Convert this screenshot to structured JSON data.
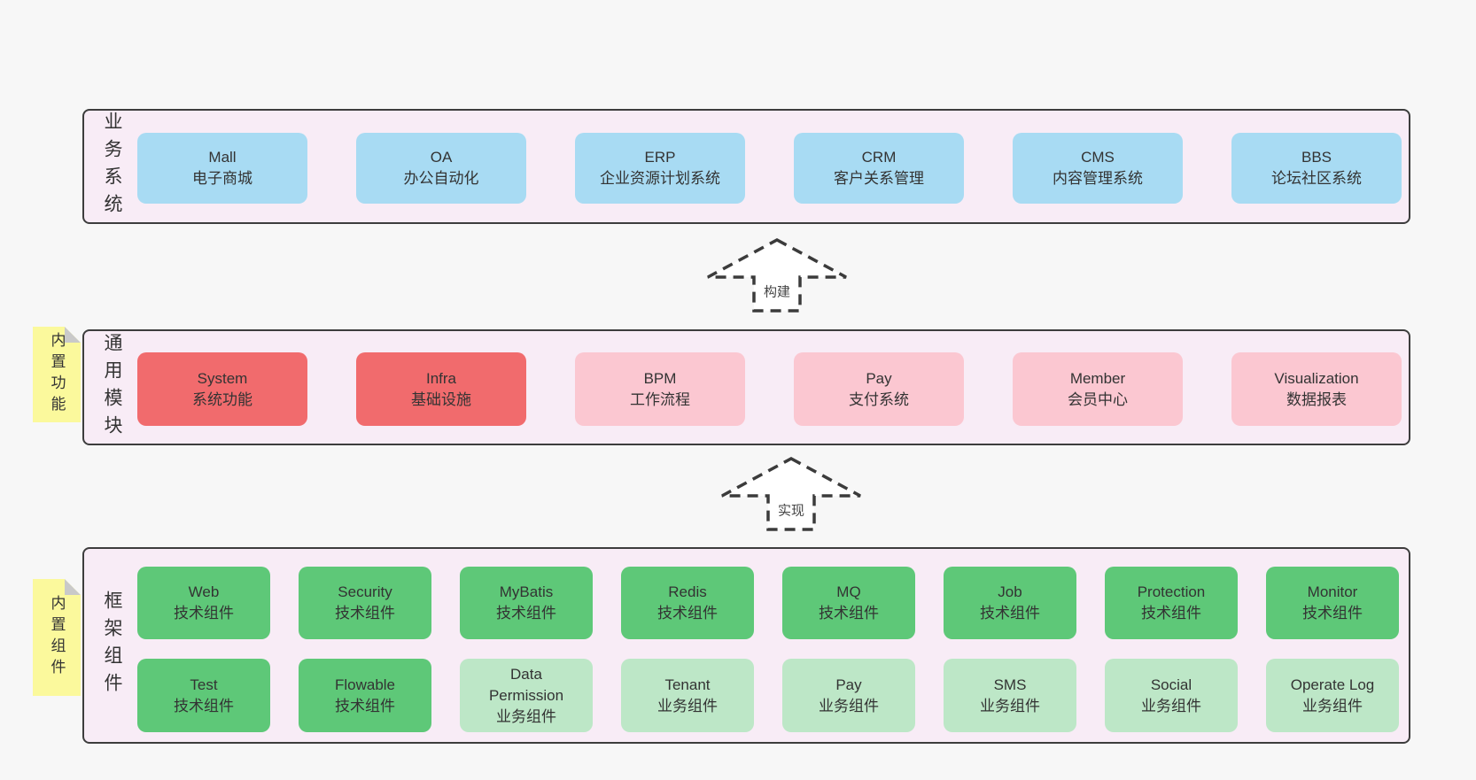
{
  "colors": {
    "page_bg": "#f7f7f7",
    "band_bg": "#f8ecf6",
    "band_border": "#3d3d3d",
    "blue": "#a8dbf3",
    "red": "#f16b6d",
    "pink": "#fbc7d1",
    "green": "#5ec878",
    "light_green": "#bde7c7",
    "note_yellow": "#fbf99c",
    "note_fold": "#c9c9c9",
    "arrow_stroke": "#3b3b3b",
    "text": "#333333"
  },
  "arrows": [
    {
      "label": "构建"
    },
    {
      "label": "实现"
    }
  ],
  "bands": [
    {
      "label": "业务系统",
      "boxes": [
        {
          "name": "Mall",
          "desc": "电子商城"
        },
        {
          "name": "OA",
          "desc": "办公自动化"
        },
        {
          "name": "ERP",
          "desc": "企业资源计划系统"
        },
        {
          "name": "CRM",
          "desc": "客户关系管理"
        },
        {
          "name": "CMS",
          "desc": "内容管理系统"
        },
        {
          "name": "BBS",
          "desc": "论坛社区系统"
        }
      ]
    },
    {
      "label": "通用模块",
      "note": "内置功能",
      "boxes": [
        {
          "name": "System",
          "desc": "系统功能"
        },
        {
          "name": "Infra",
          "desc": "基础设施"
        },
        {
          "name": "BPM",
          "desc": "工作流程"
        },
        {
          "name": "Pay",
          "desc": "支付系统"
        },
        {
          "name": "Member",
          "desc": "会员中心"
        },
        {
          "name": "Visualization",
          "desc": "数据报表"
        }
      ]
    },
    {
      "label": "框架组件",
      "note": "内置组件",
      "rows": [
        [
          {
            "name": "Web",
            "desc": "技术组件"
          },
          {
            "name": "Security",
            "desc": "技术组件"
          },
          {
            "name": "MyBatis",
            "desc": "技术组件"
          },
          {
            "name": "Redis",
            "desc": "技术组件"
          },
          {
            "name": "MQ",
            "desc": "技术组件"
          },
          {
            "name": "Job",
            "desc": "技术组件"
          },
          {
            "name": "Protection",
            "desc": "技术组件"
          },
          {
            "name": "Monitor",
            "desc": "技术组件"
          }
        ],
        [
          {
            "name": "Test",
            "desc": "技术组件"
          },
          {
            "name": "Flowable",
            "desc": "技术组件"
          },
          {
            "name": "Data Permission",
            "desc": "业务组件"
          },
          {
            "name": "Tenant",
            "desc": "业务组件"
          },
          {
            "name": "Pay",
            "desc": "业务组件"
          },
          {
            "name": "SMS",
            "desc": "业务组件"
          },
          {
            "name": "Social",
            "desc": "业务组件"
          },
          {
            "name": "Operate Log",
            "desc": "业务组件"
          }
        ]
      ]
    }
  ]
}
